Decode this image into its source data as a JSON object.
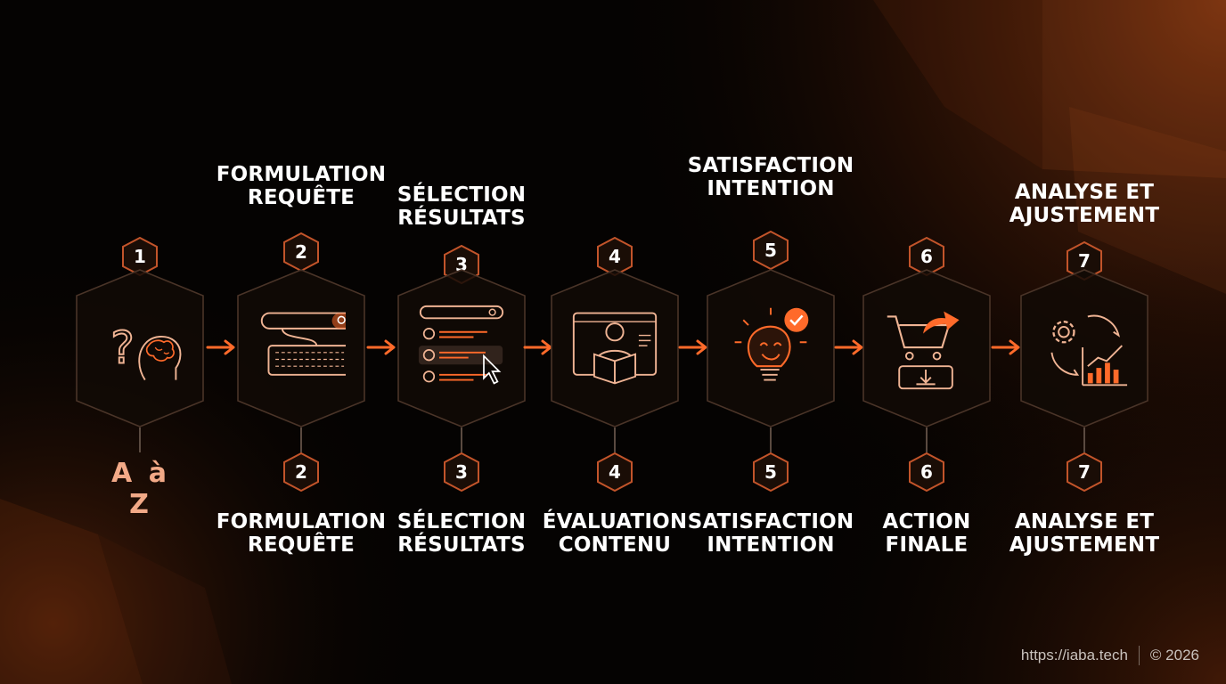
{
  "colors": {
    "accent": "#ff6a2a",
    "icon_stroke": "#f0b494",
    "background": "#050302"
  },
  "a_to_z": "A à Z",
  "steps": [
    {
      "number": "1",
      "icon": "question-brain-icon",
      "top_label": [],
      "bottom_label": []
    },
    {
      "number": "2",
      "icon": "search-keyboard-icon",
      "top_label": [
        "FORMULATION",
        "REQUÊTE"
      ],
      "bottom_label": [
        "FORMULATION",
        "REQUÊTE"
      ]
    },
    {
      "number": "3",
      "icon": "results-cursor-icon",
      "top_label": [
        "SÉLECTION",
        "RÉSULTATS"
      ],
      "bottom_label": [
        "SÉLECTION",
        "RÉSULTATS"
      ]
    },
    {
      "number": "4",
      "icon": "person-reading-icon",
      "top_label": [],
      "bottom_label": [
        "ÉVALUATION",
        "CONTENU"
      ]
    },
    {
      "number": "5",
      "icon": "lightbulb-check-icon",
      "top_label": [
        "SATISFACTION",
        "INTENTION"
      ],
      "bottom_label": [
        "SATISFACTION",
        "INTENTION"
      ]
    },
    {
      "number": "6",
      "icon": "cart-download-icon",
      "top_label": [],
      "bottom_label": [
        "ACTION",
        "FINALE"
      ]
    },
    {
      "number": "7",
      "icon": "gear-chart-icon",
      "top_label": [
        "ANALYSE ET",
        "AJUSTEMENT"
      ],
      "bottom_label": [
        "ANALYSE ET",
        "AJUSTEMENT"
      ]
    }
  ],
  "footer": {
    "url": "https://iaba.tech",
    "copyright": "© 2026"
  }
}
